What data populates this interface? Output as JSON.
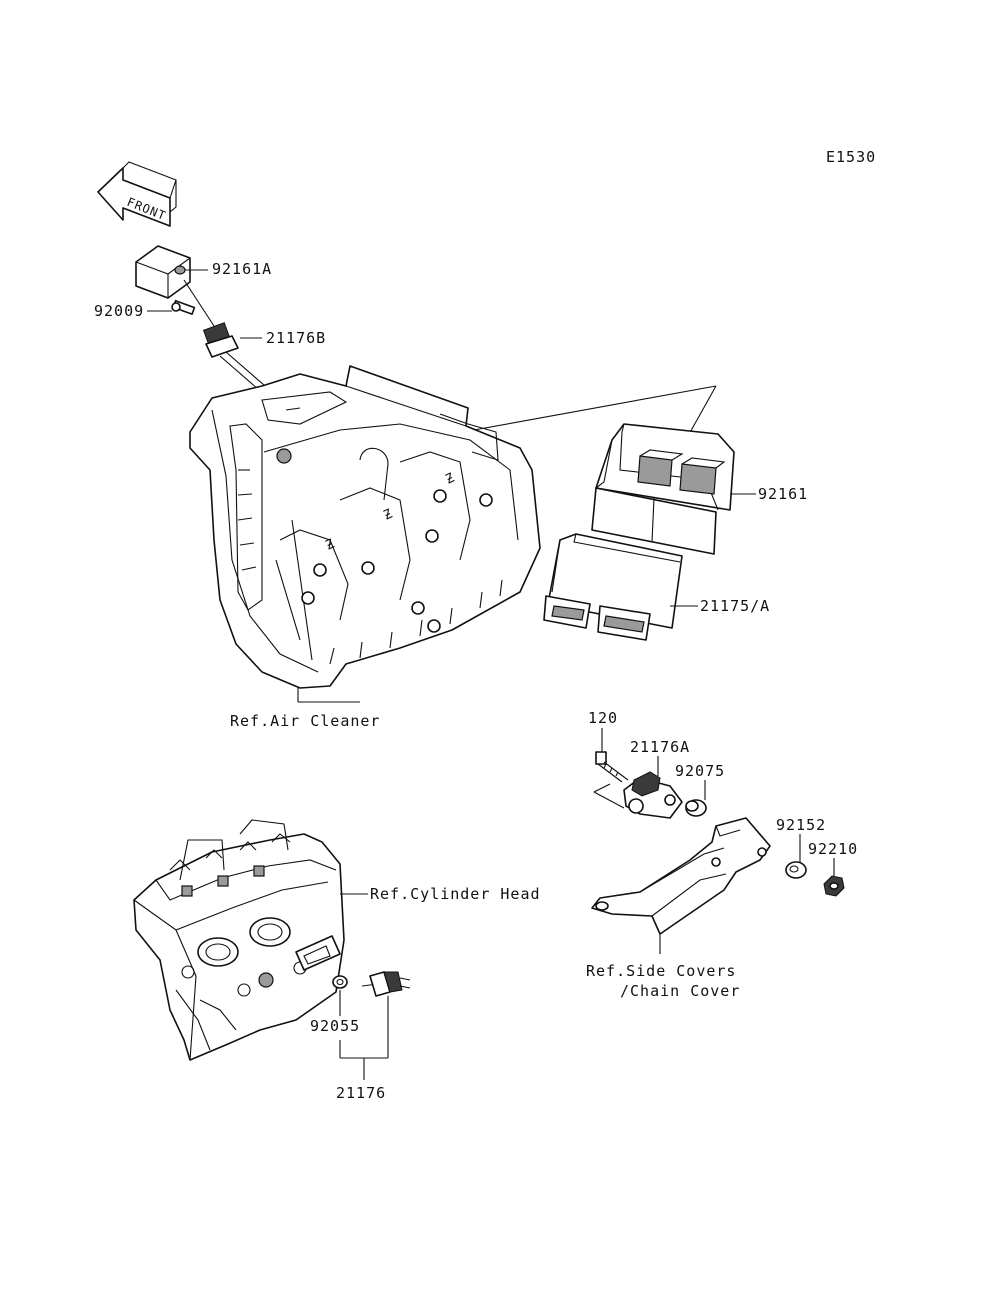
{
  "diagram_code": "E1530",
  "front_arrow_label": "FRONT",
  "labels": {
    "p92161A": "92161A",
    "p92009": "92009",
    "p21176B": "21176B",
    "p92161": "92161",
    "p21175A": "21175/A",
    "ref_air_cleaner": "Ref.Air Cleaner",
    "p120": "120",
    "p21176A": "21176A",
    "p92075": "92075",
    "p92152": "92152",
    "p92210": "92210",
    "ref_cylinder_head": "Ref.Cylinder Head",
    "ref_side_covers_1": "Ref.Side Covers",
    "ref_side_covers_2": "/Chain Cover",
    "p92055": "92055",
    "p21176": "21176"
  },
  "colors": {
    "ink": "#111111",
    "shade": "#9a9a9a",
    "background": "#ffffff"
  }
}
